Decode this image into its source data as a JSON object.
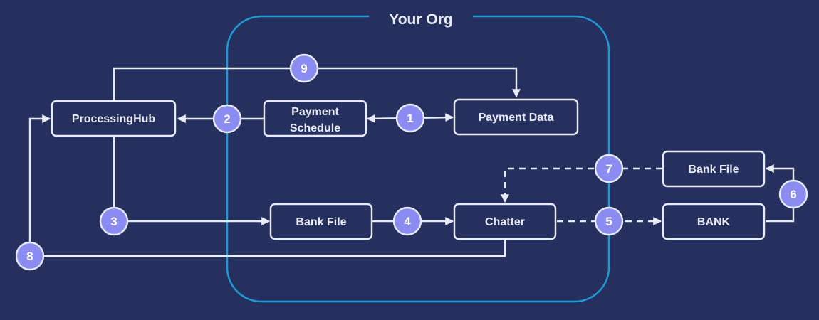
{
  "org": {
    "title": "Your Org"
  },
  "nodes": {
    "processing_hub": {
      "label": "ProcessingHub"
    },
    "payment_schedule": {
      "line1": "Payment",
      "line2": "Schedule"
    },
    "payment_data": {
      "label": "Payment Data"
    },
    "bank_file_org": {
      "label": "Bank File"
    },
    "chatter": {
      "label": "Chatter"
    },
    "bank_file_ext": {
      "label": "Bank File"
    },
    "bank": {
      "label": "BANK"
    }
  },
  "steps": {
    "s1": "1",
    "s2": "2",
    "s3": "3",
    "s4": "4",
    "s5": "5",
    "s6": "6",
    "s7": "7",
    "s8": "8",
    "s9": "9"
  },
  "colors": {
    "background": "#25305e",
    "org_frame": "#1d9ad6",
    "line": "#e8ebf4",
    "badge": "#8a8cf2"
  }
}
